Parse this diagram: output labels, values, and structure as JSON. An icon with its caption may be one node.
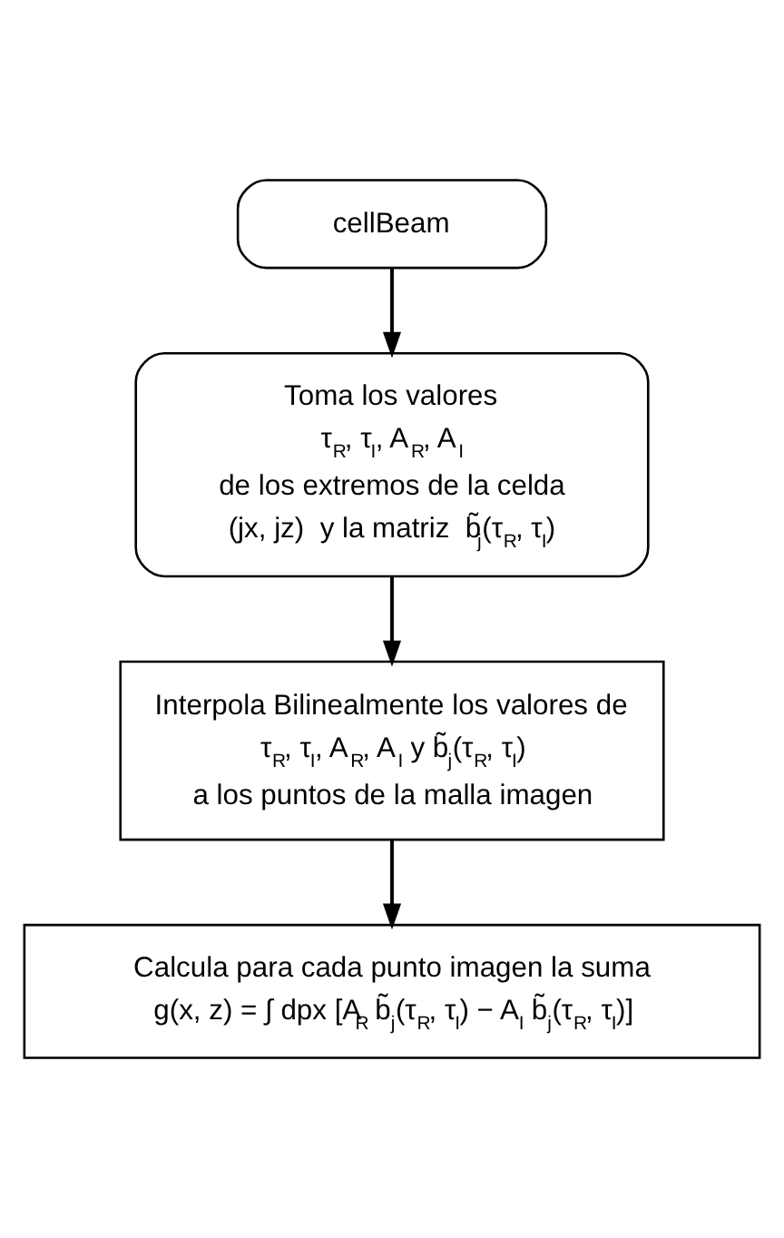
{
  "diagram": {
    "nodes": [
      {
        "text": [
          "cellBeam"
        ]
      },
      {
        "text": [
          "Toma los valores",
          "τ$_{R}$, τ$_{I}$, A$_{R}$, A$_{I}$",
          "de los extremos de la celda",
          "(jx, jz)  y la matriz  b̃$_{j}$(τ$_{R}$, τ$_{I}$)"
        ]
      },
      {
        "text": [
          "Interpola Bilinealmente los valores de",
          "τ$_{R}$, τ$_{I}$, A$_{R}$, A$_{I}$ y b̃$_{j}$(τ$_{R}$, τ$_{I}$)",
          "a los puntos de la malla imagen"
        ]
      },
      {
        "text": [
          "Calcula para cada punto imagen la suma",
          "g(x, z) = ∫ dpx [A$_{R}$ b̃$_{j}$(τ$_{R}$, τ$_{I}$) − A$_{I}$ b̃$_{j}$(τ$_{R}$, τ$_{I}$)]"
        ]
      }
    ],
    "edges": [
      {
        "from": 0,
        "to": 1,
        "arrow": "to"
      },
      {
        "from": 1,
        "to": 2,
        "arrow": "to"
      },
      {
        "from": 2,
        "to": 3,
        "arrow": "to"
      }
    ]
  }
}
